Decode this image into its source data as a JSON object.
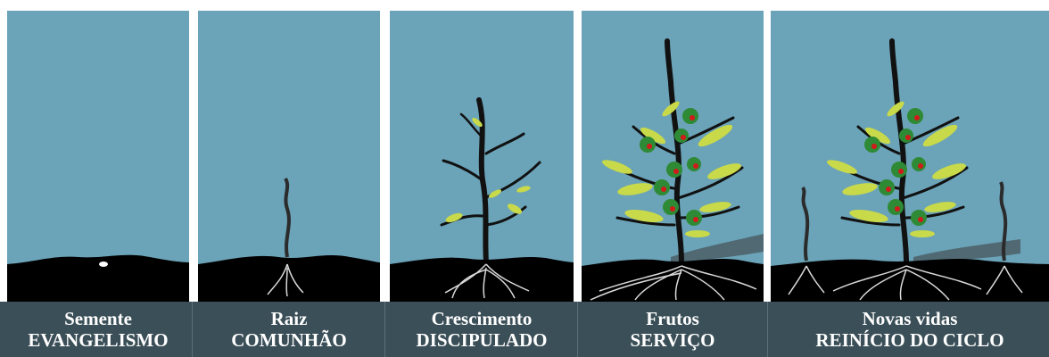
{
  "stages": [
    {
      "title": "Semente",
      "subtitle": "EVANGELISMO"
    },
    {
      "title": "Raiz",
      "subtitle": "COMUNHÃO"
    },
    {
      "title": "Crescimento",
      "subtitle": "DISCIPULADO"
    },
    {
      "title": "Frutos",
      "subtitle": "SERVIÇO"
    },
    {
      "title": "Novas vidas",
      "subtitle": "REINÍCIO DO CICLO"
    }
  ],
  "colors": {
    "sky": "#6ba3b8",
    "soil": "#000000",
    "caption_bar": "#3b4f58",
    "leaf_yellow": "#c8d94a",
    "leaf_green": "#2e8a35",
    "fruit_red": "#d11a1a",
    "root": "#d9d9d9"
  }
}
